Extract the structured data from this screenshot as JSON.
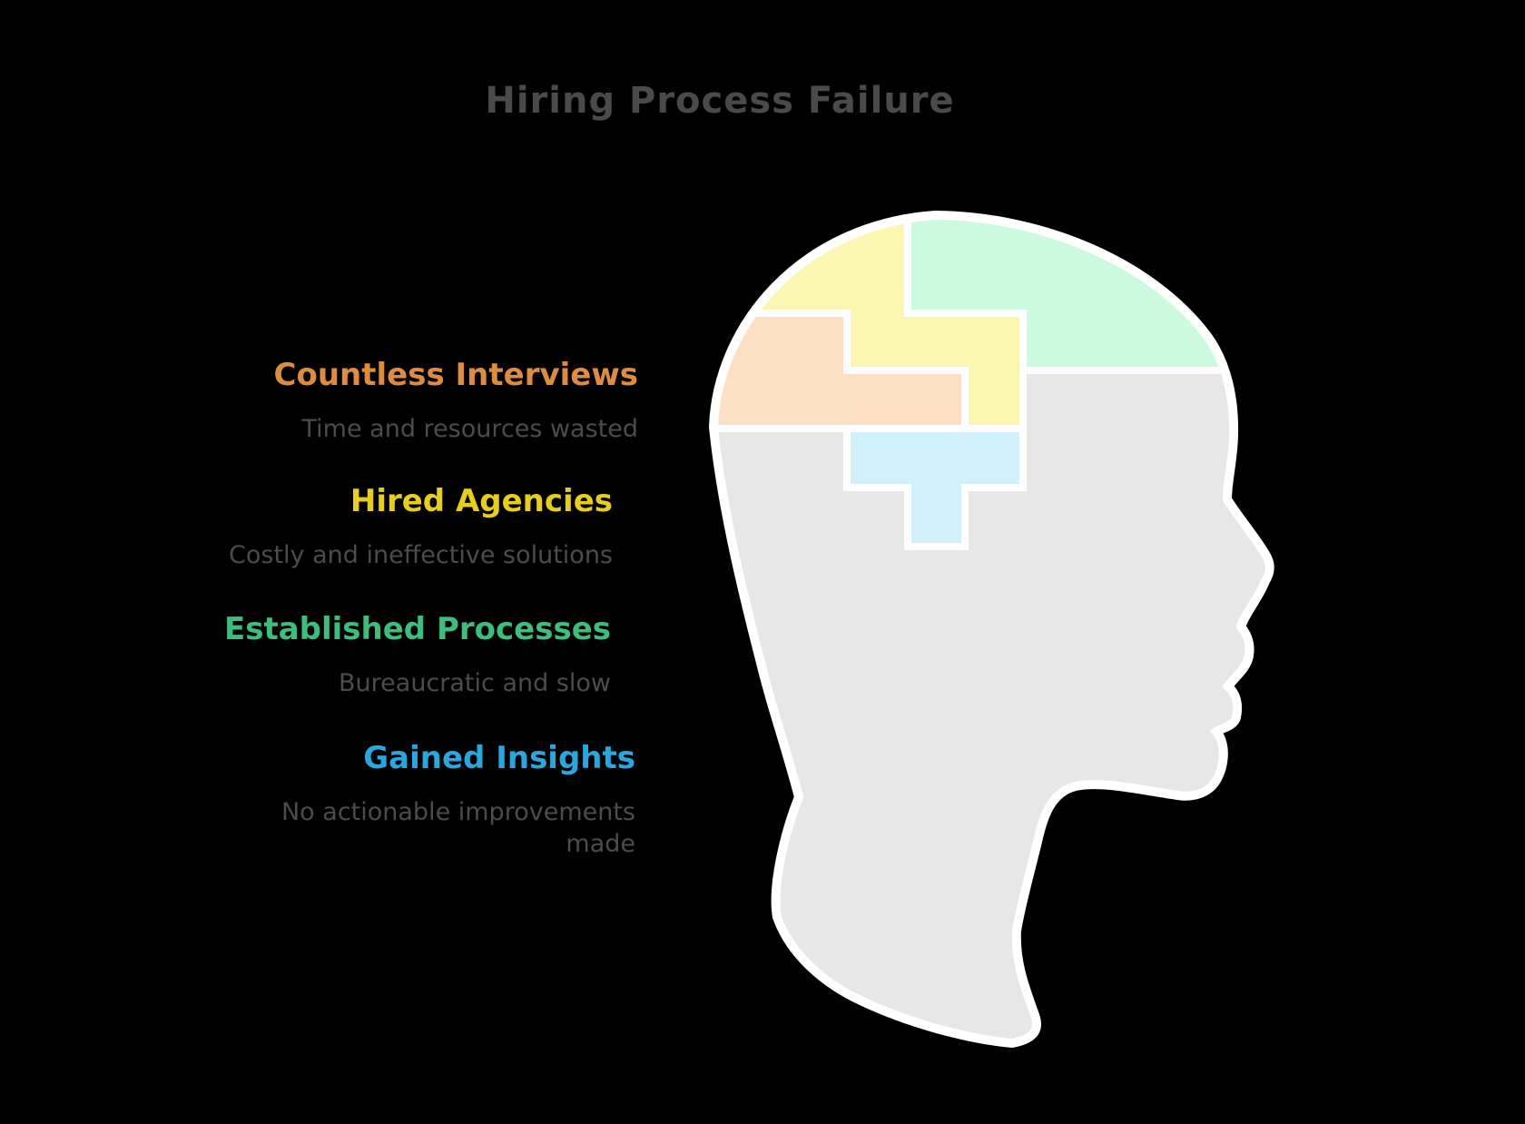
{
  "background_color": "#000000",
  "title": {
    "text": "Hiring Process Failure",
    "color": "#4A4A4A"
  },
  "items": [
    {
      "label": "Countless Interviews",
      "description": "Time and resources wasted",
      "label_color": "#DE8D40",
      "piece_color": "#FCDFC5"
    },
    {
      "label": "Hired Agencies",
      "description": "Costly and ineffective solutions",
      "label_color": "#E7CE1E",
      "piece_color": "#FCF6B3"
    },
    {
      "label": "Established Processes",
      "description": "Bureaucratic and slow",
      "label_color": "#3DBE7E",
      "piece_color": "#CBFADF"
    },
    {
      "label": "Gained Insights",
      "description": "No actionable improvements made",
      "label_color": "#2AA7DE",
      "piece_color": "#D2F0FB"
    }
  ],
  "description_color": "#4C4C4C",
  "head": {
    "fill": "#E7E7E7",
    "outline_color": "#FFFFFF"
  }
}
